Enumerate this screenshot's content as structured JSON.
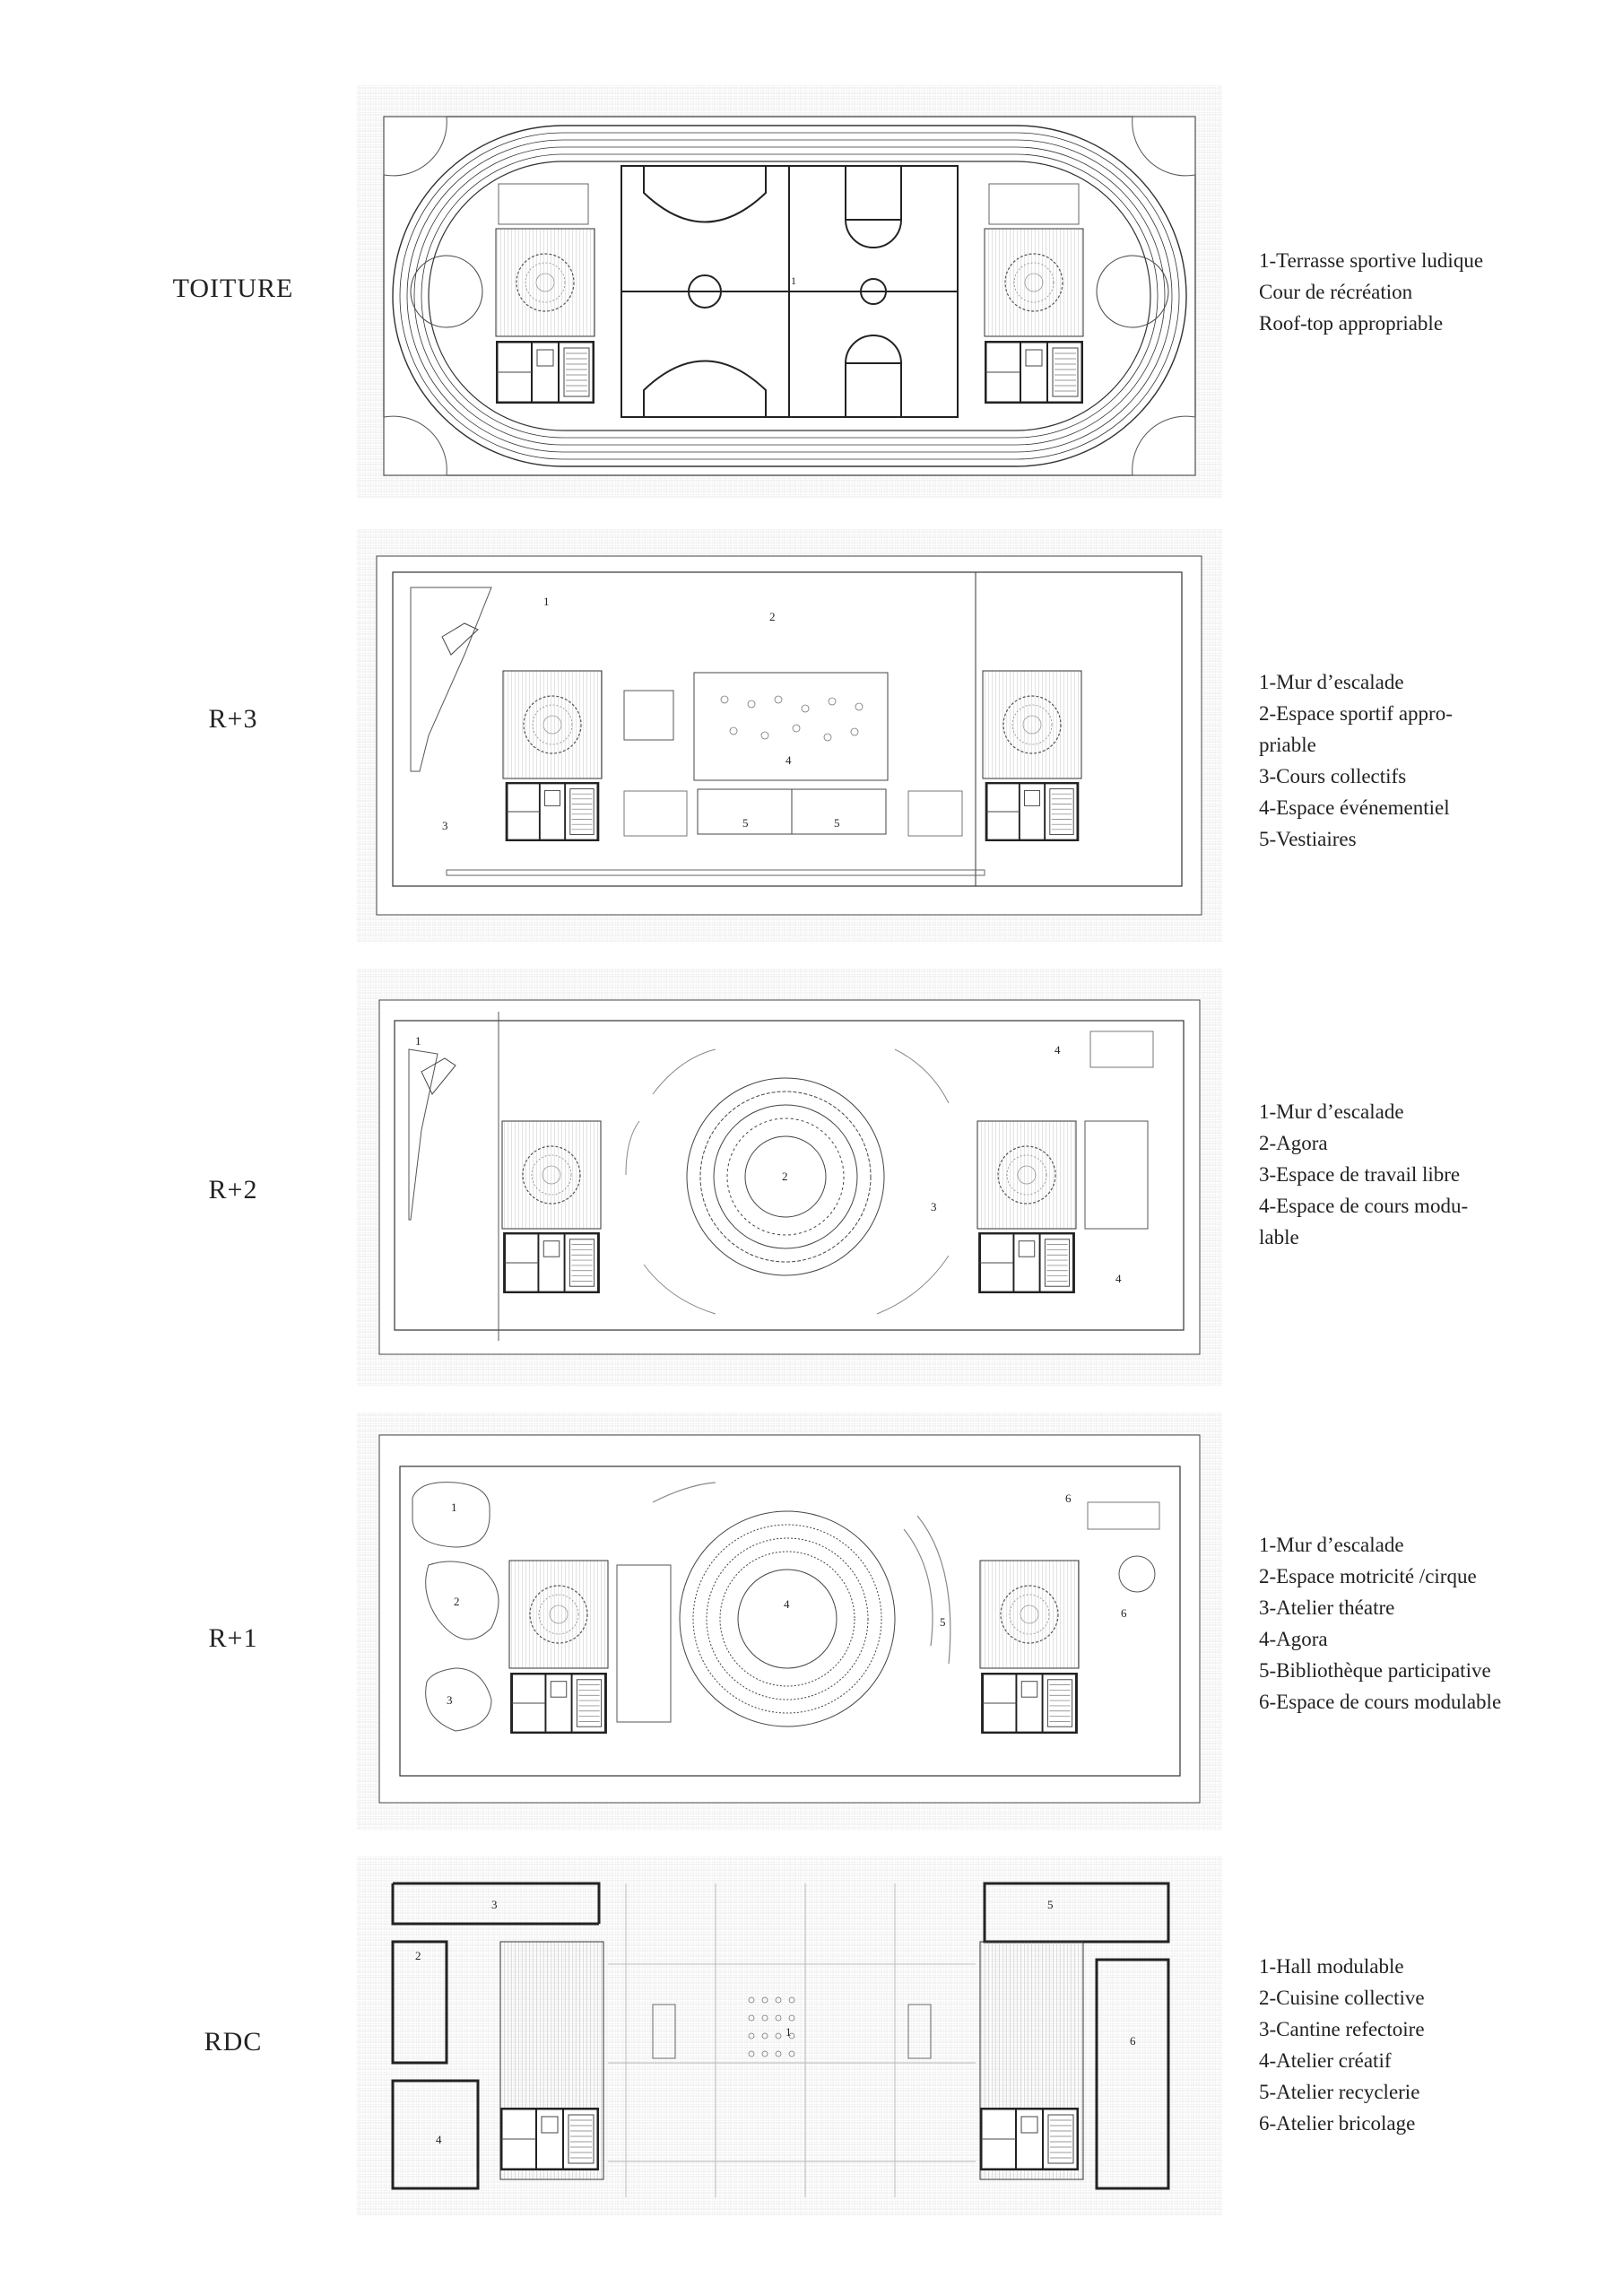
{
  "floors": [
    {
      "id": "toiture",
      "label": "TOITURE",
      "legend": [
        "1-Terrasse sportive ludique",
        "Cour de récréation",
        "Roof-top appropriable"
      ],
      "plan_numbers": [
        "1"
      ]
    },
    {
      "id": "r3",
      "label": "R+3",
      "legend": [
        "1-Mur d’escalade",
        "2-Espace sportif  appro-",
        "priable",
        "3-Cours collectifs",
        "4-Espace événementiel",
        "5-Vestiaires"
      ],
      "plan_numbers": [
        "1",
        "2",
        "3",
        "4",
        "5",
        "5"
      ]
    },
    {
      "id": "r2",
      "label": "R+2",
      "legend": [
        "1-Mur d’escalade",
        "2-Agora",
        "3-Espace de travail libre",
        "4-Espace de cours  modu-",
        "lable"
      ],
      "plan_numbers": [
        "1",
        "2",
        "3",
        "4",
        "4"
      ]
    },
    {
      "id": "r1",
      "label": "R+1",
      "legend": [
        "1-Mur d’escalade",
        "2-Espace motricité /cirque",
        "3-Atelier théatre",
        "4-Agora",
        "5-Bibliothèque participative",
        "6-Espace de cours modulable"
      ],
      "plan_numbers": [
        "1",
        "2",
        "3",
        "4",
        "5",
        "6",
        "6"
      ]
    },
    {
      "id": "rdc",
      "label": "RDC",
      "legend": [
        "1-Hall modulable",
        "2-Cuisine collective",
        "3-Cantine refectoire",
        "4-Atelier créatif",
        "5-Atelier recyclerie",
        "6-Atelier bricolage"
      ],
      "plan_numbers": [
        "1",
        "2",
        "3",
        "4",
        "5",
        "6"
      ]
    }
  ]
}
